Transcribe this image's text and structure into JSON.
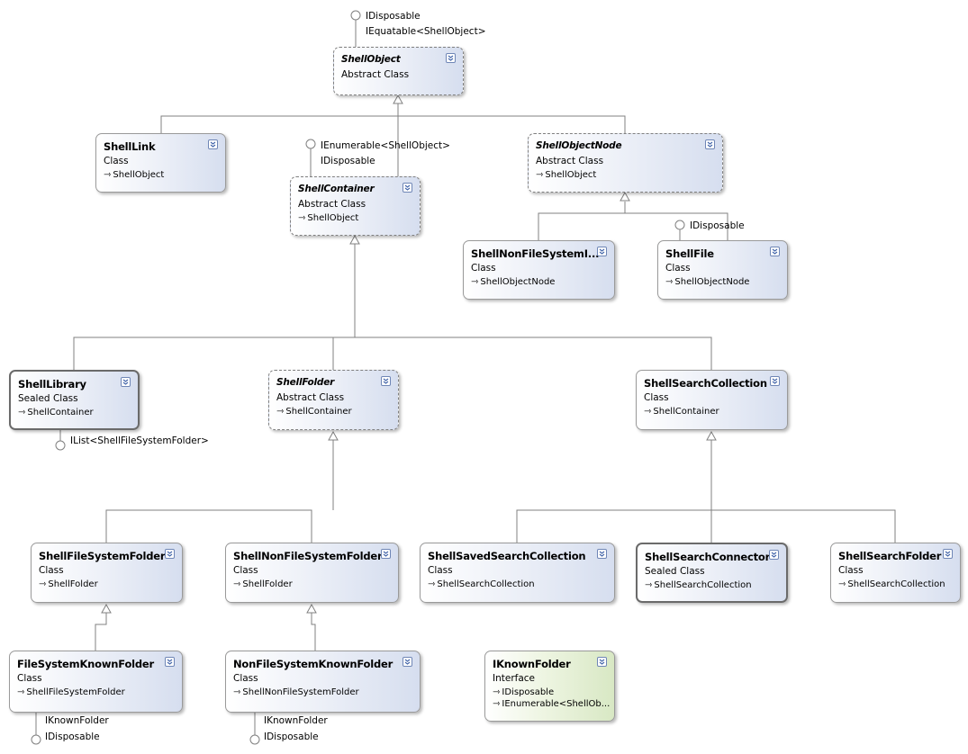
{
  "shapes": {
    "shellobject": {
      "name": "ShellObject",
      "kind": "Abstract Class"
    },
    "shelllink": {
      "name": "ShellLink",
      "kind": "Class",
      "base": "ShellObject"
    },
    "shellcontainer": {
      "name": "ShellContainer",
      "kind": "Abstract Class",
      "base": "ShellObject"
    },
    "shellobjectnode": {
      "name": "ShellObjectNode",
      "kind": "Abstract Class",
      "base": "ShellObject"
    },
    "shellnonfilesystemitem": {
      "name": "ShellNonFileSystemI...",
      "kind": "Class",
      "base": "ShellObjectNode"
    },
    "shellfile": {
      "name": "ShellFile",
      "kind": "Class",
      "base": "ShellObjectNode"
    },
    "shelllibrary": {
      "name": "ShellLibrary",
      "kind": "Sealed Class",
      "base": "ShellContainer"
    },
    "shellfolder": {
      "name": "ShellFolder",
      "kind": "Abstract Class",
      "base": "ShellContainer"
    },
    "shellsearchcollection": {
      "name": "ShellSearchCollection",
      "kind": "Class",
      "base": "ShellContainer"
    },
    "shellfilesystemfolder": {
      "name": "ShellFileSystemFolder",
      "kind": "Class",
      "base": "ShellFolder"
    },
    "shellnonfilesystemfolder": {
      "name": "ShellNonFileSystemFolder",
      "kind": "Class",
      "base": "ShellFolder"
    },
    "shellsavedsearchcollection": {
      "name": "ShellSavedSearchCollection",
      "kind": "Class",
      "base": "ShellSearchCollection"
    },
    "shellsearchconnector": {
      "name": "ShellSearchConnector",
      "kind": "Sealed Class",
      "base": "ShellSearchCollection"
    },
    "shellsearchfolder": {
      "name": "ShellSearchFolder",
      "kind": "Class",
      "base": "ShellSearchCollection"
    },
    "filesystemknownfolder": {
      "name": "FileSystemKnownFolder",
      "kind": "Class",
      "base": "ShellFileSystemFolder"
    },
    "nonfilesystemknownfolder": {
      "name": "NonFileSystemKnownFolder",
      "kind": "Class",
      "base": "ShellNonFileSystemFolder"
    },
    "iknownfolder": {
      "name": "IKnownFolder",
      "kind": "Interface",
      "base": "IDisposable",
      "base2": "IEnumerable<ShellOb..."
    }
  },
  "interfaces": {
    "shellobject": [
      "IDisposable",
      "IEquatable<ShellObject>"
    ],
    "shellcontainer": [
      "IEnumerable<ShellObject>",
      "IDisposable"
    ],
    "shellfile": [
      "IDisposable"
    ],
    "shelllibrary": [
      "IList<ShellFileSystemFolder>"
    ],
    "filesystemknownfolder": [
      "IKnownFolder",
      "IDisposable"
    ],
    "nonfilesystemknownfolder": [
      "IKnownFolder",
      "IDisposable"
    ]
  },
  "icons": {
    "collapse": "double-chevron-down-icon",
    "inherits": "inherit-arrow-icon",
    "lollipop": "interface-lollipop-icon"
  },
  "colors": {
    "class_gradient_end": "#d6deef",
    "interface_gradient_end": "#d8e8c4",
    "border": "#9a9a9a",
    "connector": "#808080",
    "chevron": "#4466aa"
  }
}
